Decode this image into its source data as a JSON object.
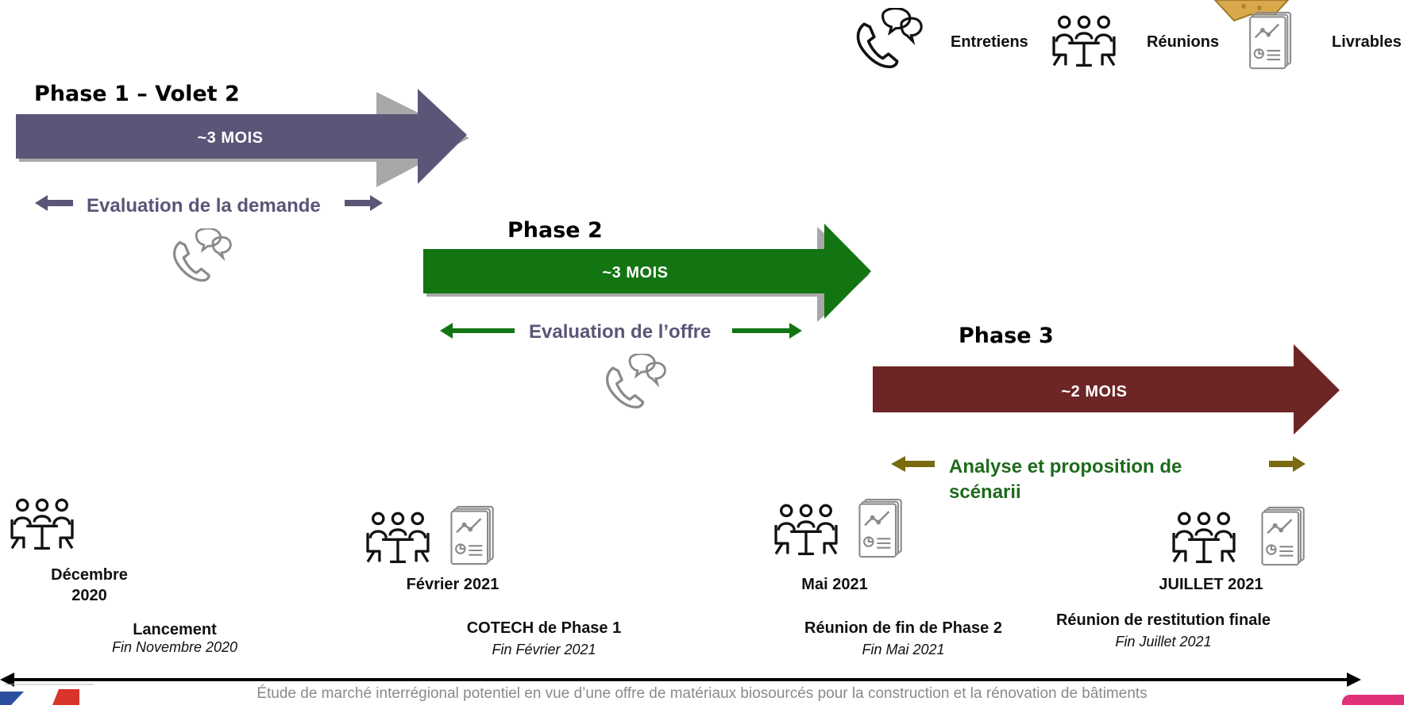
{
  "legend": {
    "interviews": "Entretiens",
    "meetings": "Réunions",
    "deliverables": "Livrables"
  },
  "phases": [
    {
      "title": "Phase 1 – Volet 2",
      "duration": "~3 MOIS",
      "range": "Evaluation de la demande",
      "color": "#5a5678"
    },
    {
      "title": "Phase 2",
      "duration": "~3 MOIS",
      "range": "Evaluation de l’offre",
      "color": "#127512"
    },
    {
      "title": "Phase 3",
      "duration": "~2 MOIS",
      "range_line1": "Analyse et proposition de",
      "range_line2": "scénarii",
      "color": "#6e2525",
      "range_arrow_color": "#7a6a10"
    }
  ],
  "milestones": [
    {
      "date_line1": "Décembre",
      "date_line2": "2020",
      "title": "Lancement",
      "sub": "Fin Novembre 2020"
    },
    {
      "date": "Février 2021",
      "title": "COTECH de Phase 1",
      "sub": "Fin Février 2021"
    },
    {
      "date": "Mai 2021",
      "title": "Réunion de fin de Phase 2",
      "sub": "Fin Mai 2021"
    },
    {
      "date": "JUILLET 2021",
      "title": "Réunion de restitution finale",
      "sub": "Fin Juillet 2021"
    }
  ],
  "footer": "Étude de marché interrégional potentiel en vue d’une offre de matériaux biosourcés pour la construction et la rénovation de bâtiments",
  "colors": {
    "range_text_phase1": "#5a5678",
    "range_text_phase2": "#5a5678",
    "range_text_phase3": "#1e6a1e"
  }
}
